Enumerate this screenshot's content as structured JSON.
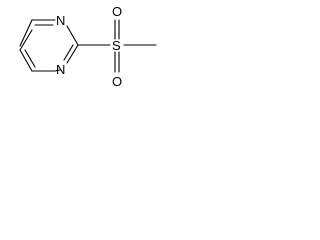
{
  "molecule": {
    "atoms": {
      "n1": "N",
      "n2": "N",
      "s": "S",
      "o_top": "O",
      "o_bottom": "O"
    }
  },
  "colors": {
    "stroke": "#000000",
    "background": "#ffffff"
  }
}
